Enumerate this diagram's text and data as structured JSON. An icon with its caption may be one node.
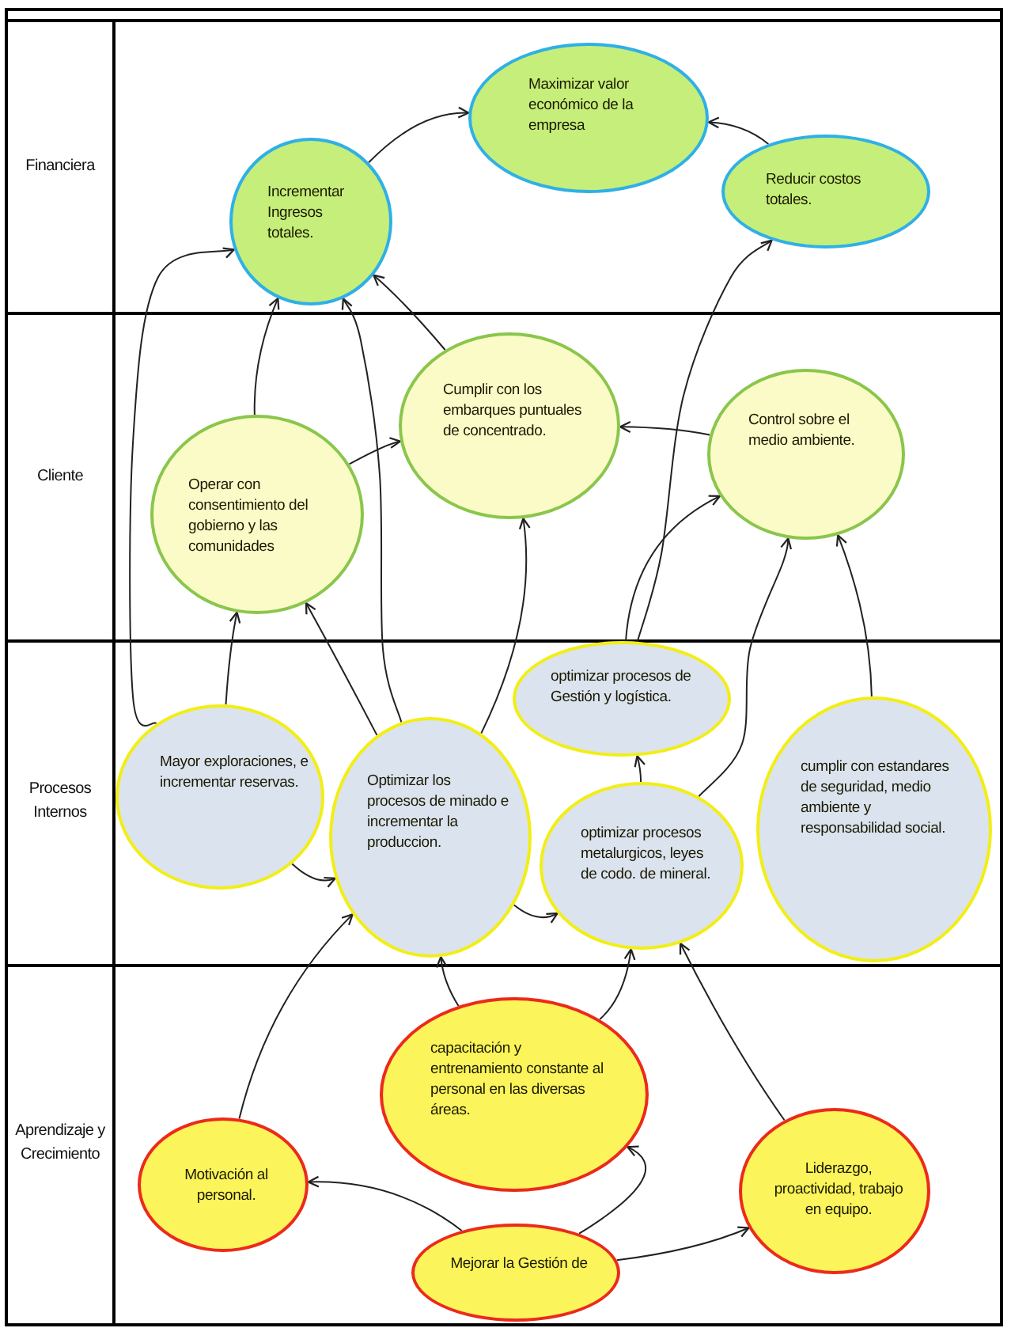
{
  "diagram": {
    "nodes": [
      {
        "text": [
          "Maximizar valor económico de la empresa"
        ]
      },
      {
        "text": [
          "Incrementar Ingresos totales."
        ]
      },
      {
        "text": [
          "Reducir costos totales."
        ]
      },
      {
        "text": [
          "Operar con consentimiento del gobierno y las comunidades"
        ]
      },
      {
        "text": [
          "Cumplir con los embarques puntuales de concentrado."
        ]
      },
      {
        "text": [
          "Control sobre el medio ambiente."
        ]
      },
      {
        "text": [
          "Mayor exploraciones, e incrementar reservas."
        ]
      },
      {
        "text": [
          "Optimizar los procesos de minado e incrementar la produccion."
        ]
      },
      {
        "text": [
          "optimizar procesos de Gestión y logística."
        ]
      },
      {
        "text": [
          "optimizar procesos metalurgicos, leyes de codo. de mineral."
        ]
      },
      {
        "text": [
          "cumplir con estandares de seguridad, medio ambiente y responsabilidad social."
        ]
      },
      {
        "text": [
          "capacitación y entrenamiento constante al personal en las diversas áreas."
        ]
      },
      {
        "text": [
          "Motivación al personal."
        ]
      },
      {
        "text": [
          "Liderazgo, proactividad, trabajo en equipo."
        ]
      },
      {
        "text": [
          "Mejorar la Gestión de"
        ]
      }
    ],
    "edges": [
      {
        "from": 1,
        "to": 0,
        "arrow": "to"
      },
      {
        "from": 2,
        "to": 0,
        "arrow": "to"
      },
      {
        "from": 6,
        "to": 1,
        "arrow": "to"
      },
      {
        "from": 3,
        "to": 1,
        "arrow": "to"
      },
      {
        "from": 4,
        "to": 1,
        "arrow": "to"
      },
      {
        "from": 7,
        "to": 1,
        "arrow": "to"
      },
      {
        "from": 3,
        "to": 4,
        "arrow": "to"
      },
      {
        "from": 5,
        "to": 4,
        "arrow": "to"
      },
      {
        "from": 8,
        "to": 2,
        "arrow": "to"
      },
      {
        "from": 8,
        "to": 5,
        "arrow": "to"
      },
      {
        "from": 7,
        "to": 4,
        "arrow": "to"
      },
      {
        "from": 9,
        "to": 5,
        "arrow": "to"
      },
      {
        "from": 10,
        "to": 5,
        "arrow": "to"
      },
      {
        "from": 6,
        "to": 3,
        "arrow": "to"
      },
      {
        "from": 7,
        "to": 3,
        "arrow": "to"
      },
      {
        "from": 6,
        "to": 7,
        "arrow": "to"
      },
      {
        "from": 7,
        "to": 9,
        "arrow": "to"
      },
      {
        "from": 9,
        "to": 8,
        "arrow": "to"
      },
      {
        "from": 12,
        "to": 7,
        "arrow": "to"
      },
      {
        "from": 11,
        "to": 7,
        "arrow": "to"
      },
      {
        "from": 11,
        "to": 9,
        "arrow": "to"
      },
      {
        "from": 13,
        "to": 9,
        "arrow": "to"
      },
      {
        "from": 14,
        "to": 12,
        "arrow": "to"
      },
      {
        "from": 14,
        "to": 11,
        "arrow": "to"
      },
      {
        "from": 14,
        "to": 13,
        "arrow": "to"
      }
    ],
    "labels": [
      "Financiera",
      "Cliente",
      "Procesos Internos",
      "Aprendizaje y Crecimiento"
    ]
  }
}
